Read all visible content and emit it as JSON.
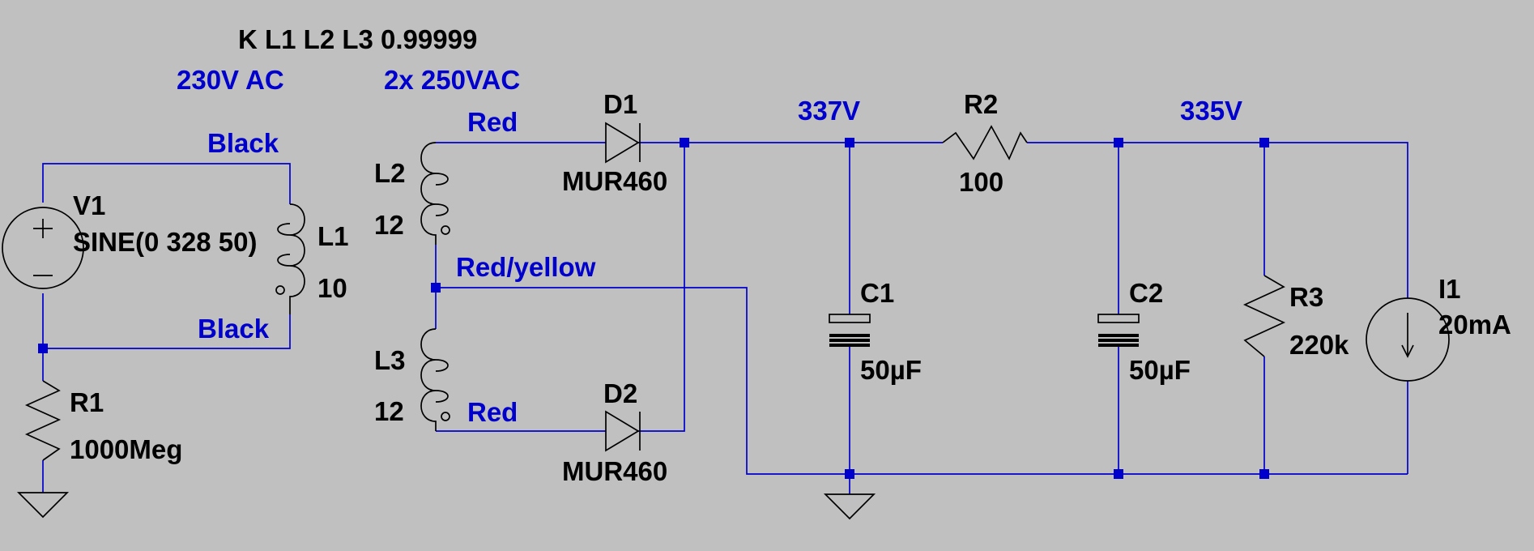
{
  "directive": "K L1 L2 L3 0.99999",
  "annotations": {
    "primary_voltage": "230V AC",
    "secondary_voltage": "2x 250VAC",
    "wire_black_top": "Black",
    "wire_black_bottom": "Black",
    "wire_red_top": "Red",
    "wire_red_yellow": "Red/yellow",
    "wire_red_bottom": "Red",
    "node_337": "337V",
    "node_335": "335V"
  },
  "components": {
    "V1": {
      "name": "V1",
      "value": "SINE(0 328 50)"
    },
    "L1": {
      "name": "L1",
      "value": "10"
    },
    "L2": {
      "name": "L2",
      "value": "12"
    },
    "L3": {
      "name": "L3",
      "value": "12"
    },
    "R1": {
      "name": "R1",
      "value": "1000Meg"
    },
    "D1": {
      "name": "D1",
      "value": "MUR460"
    },
    "D2": {
      "name": "D2",
      "value": "MUR460"
    },
    "R2": {
      "name": "R2",
      "value": "100"
    },
    "C1": {
      "name": "C1",
      "value": "50µF"
    },
    "C2": {
      "name": "C2",
      "value": "50µF"
    },
    "R3": {
      "name": "R3",
      "value": "220k"
    },
    "I1": {
      "name": "I1",
      "value": "20mA"
    }
  },
  "colors": {
    "background": "#c0c0c0",
    "wire": "#0000cc",
    "component": "#000000"
  }
}
